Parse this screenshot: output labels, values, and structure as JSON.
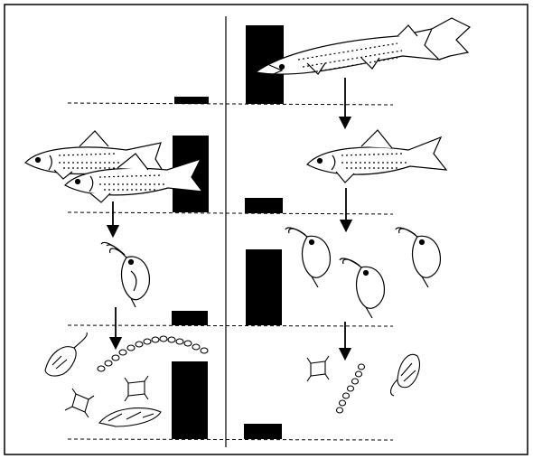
{
  "figure": {
    "background": "#ffffff",
    "ink": "#000000",
    "levels": [
      "piscivore",
      "planktivore",
      "zooplankton",
      "phytoplankton"
    ],
    "left_column": {
      "organisms": [
        "fish-pair",
        "daphnia",
        "algae-cluster"
      ],
      "bars": {
        "piscivore": "small",
        "planktivore": "large",
        "zooplankton": "small",
        "phytoplankton": "large"
      }
    },
    "right_column": {
      "organisms": [
        "pike",
        "fish",
        "daphnia-group",
        "algae-cluster"
      ],
      "bars": {
        "piscivore": "large",
        "planktivore": "small",
        "zooplankton": "large",
        "phytoplankton": "small"
      }
    }
  }
}
